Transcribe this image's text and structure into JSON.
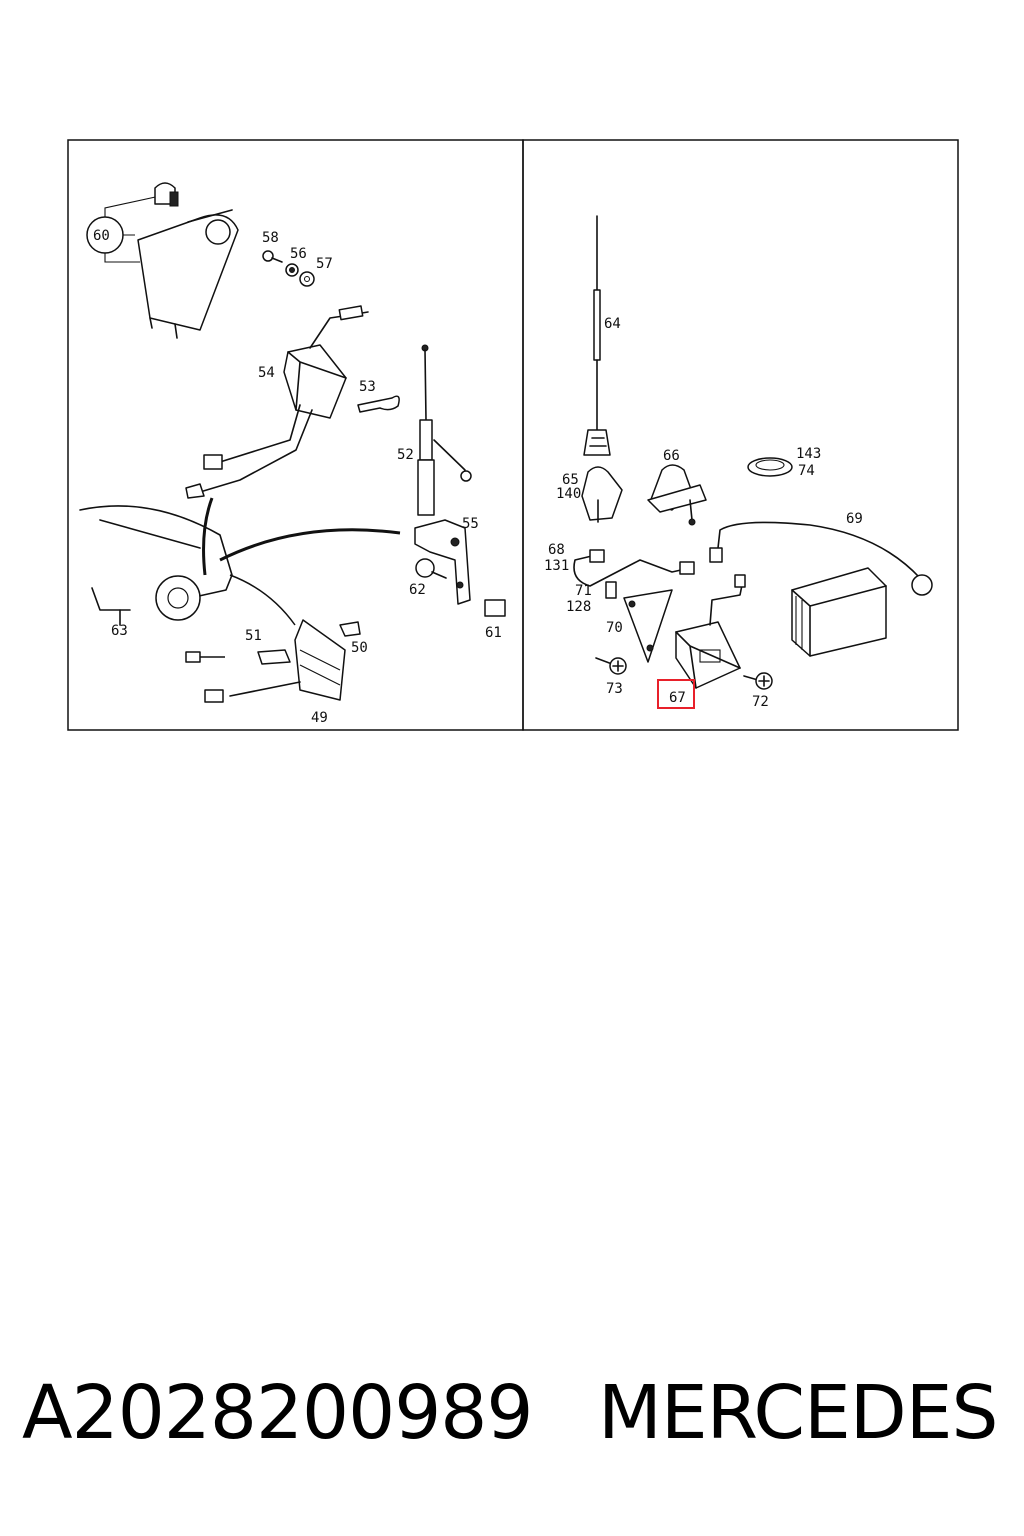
{
  "diagram": {
    "left_labels": {
      "l49": "49",
      "l50": "50",
      "l51": "51",
      "l52": "52",
      "l53": "53",
      "l54": "54",
      "l55": "55",
      "l56": "56",
      "l57": "57",
      "l58": "58",
      "l60": "60",
      "l61": "61",
      "l62": "62",
      "l63": "63"
    },
    "right_labels": {
      "l64": "64",
      "l65": "65",
      "l140": "140",
      "l66": "66",
      "l143": "143",
      "l74": "74",
      "l69": "69",
      "l68": "68",
      "l131": "131",
      "l71": "71",
      "l128": "128",
      "l70": "70",
      "l73": "73",
      "l67": "67",
      "l72": "72"
    },
    "highlight_color": "#e8202a"
  },
  "footer": {
    "part_number": "A2028200989",
    "brand": "MERCEDES"
  }
}
